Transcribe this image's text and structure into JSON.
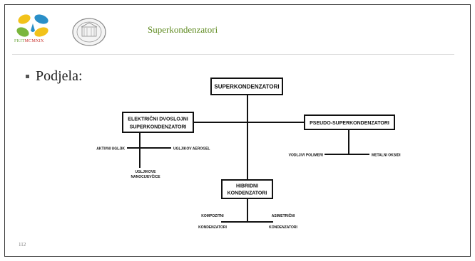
{
  "header": {
    "title": "Superkondenzatori",
    "logo_text_left": "FKIT",
    "logo_text_right": "MCMXIX"
  },
  "content": {
    "bullet": "Podjela:"
  },
  "footer": {
    "page_number": "112"
  },
  "diagram": {
    "root": "SUPERKONDENZATORI",
    "edl_line1": "ELEKTRIČNI DVOSLOJNI",
    "edl_line2": "SUPERKONDENZATORI",
    "pseudo": "PSEUDO-SUPERKONDENZATORI",
    "hybrid_line1": "HIBRIDNI",
    "hybrid_line2": "KONDENZATORI",
    "aktivni_ugljik": "AKTIVNI UGLJIK",
    "ugljikov_aerogel": "UGLJIKOV AEROGEL",
    "nanocjevcice_line1": "UGLJIKOVE",
    "nanocjevcice_line2": "NANOCIJEVČICE",
    "vodljivi_polimeri": "VODLJIVI POLIMERI",
    "metalni_oksidi": "METALNI OKSIDI",
    "kompozitni_line1": "KOMPOZITNI",
    "kompozitni_line2": "KONDENZATORI",
    "asimetricni_line1": "ASIMETRIČNI",
    "asimetricni_line2": "KONDENZATORI"
  },
  "colors": {
    "header_green": "#5e8a1f",
    "logo_yellow": "#f2c21a",
    "logo_blue": "#2a8fc8",
    "logo_green": "#7ab63c",
    "logo_red": "#c8302a"
  }
}
